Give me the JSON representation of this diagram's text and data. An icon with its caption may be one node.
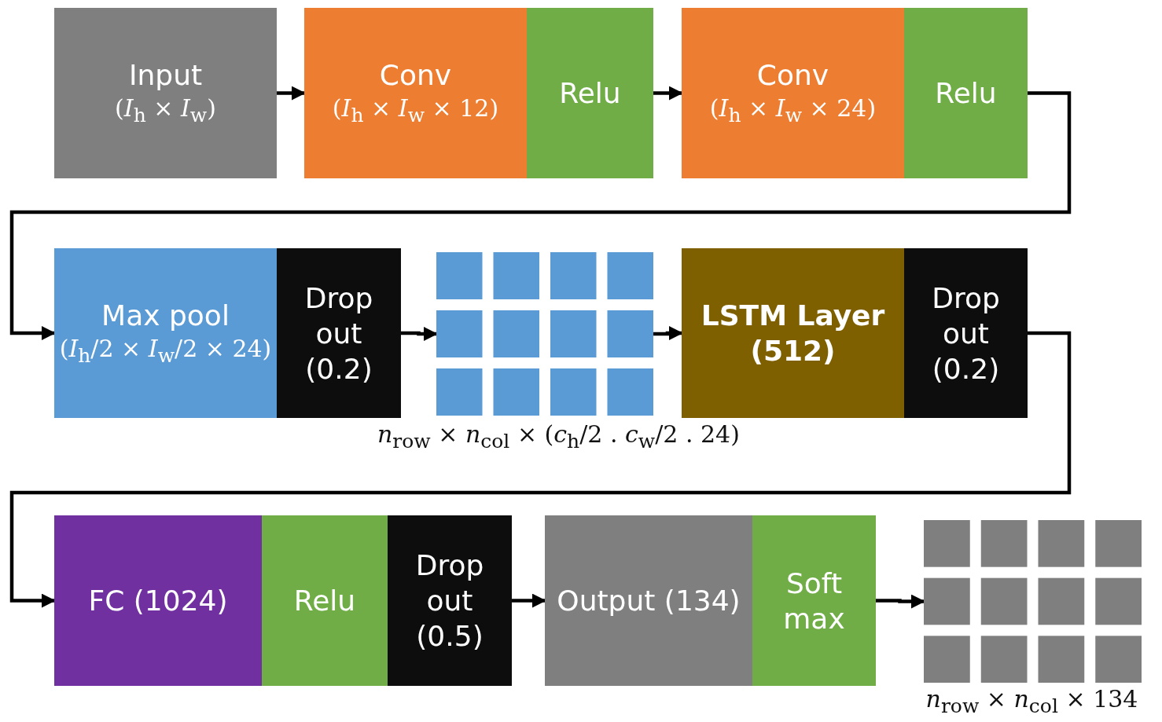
{
  "diagram": {
    "nodes": [
      {
        "text": [
          "Input",
          "(*I*$_{h}$ × *I*$_{w}$)"
        ]
      },
      {
        "text": [
          "Conv",
          "(*I*$_{h}$ × *I*$_{w}$ × 12)"
        ]
      },
      {
        "text": [
          "Relu"
        ]
      },
      {
        "text": [
          "Conv",
          "(*I*$_{h}$ × *I*$_{w}$ × 24)"
        ]
      },
      {
        "text": [
          "Relu"
        ]
      },
      {
        "text": [
          "Max pool",
          "(*I*$_{h}$/2 × *I*$_{w}$/2 × 24)"
        ]
      },
      {
        "text": [
          "Drop out (0.2)"
        ]
      },
      {
        "text": [],
        "shape": "grid",
        "beside": [
          "*n*$_{row}$ × *n*$_{col}$ × (*c*$_{h}$/2 . *c*$_{w}$/2 . 24)"
        ]
      },
      {
        "text": [
          "LSTM Layer (512)"
        ]
      },
      {
        "text": [
          "Drop out (0.2)"
        ]
      },
      {
        "text": [
          "FC (1024)"
        ]
      },
      {
        "text": [
          "Relu"
        ]
      },
      {
        "text": [
          "Drop out (0.5)"
        ]
      },
      {
        "text": [
          "Output (134)"
        ]
      },
      {
        "text": [
          "Soft max"
        ]
      },
      {
        "text": [],
        "shape": "grid",
        "beside": [
          "*n*$_{row}$ × *n*$_{col}$ × 134"
        ]
      }
    ],
    "edges": [
      {
        "from": 0,
        "to": 1,
        "arrow": "to"
      },
      {
        "from": 2,
        "to": 3,
        "arrow": "to"
      },
      {
        "from": 4,
        "to": 5,
        "arrow": "to"
      },
      {
        "from": 6,
        "to": 7,
        "arrow": "to"
      },
      {
        "from": 7,
        "to": 8,
        "arrow": "to"
      },
      {
        "from": 9,
        "to": 10,
        "arrow": "to"
      },
      {
        "from": 12,
        "to": 13,
        "arrow": "to"
      },
      {
        "from": 14,
        "to": 15,
        "arrow": "to"
      }
    ]
  }
}
